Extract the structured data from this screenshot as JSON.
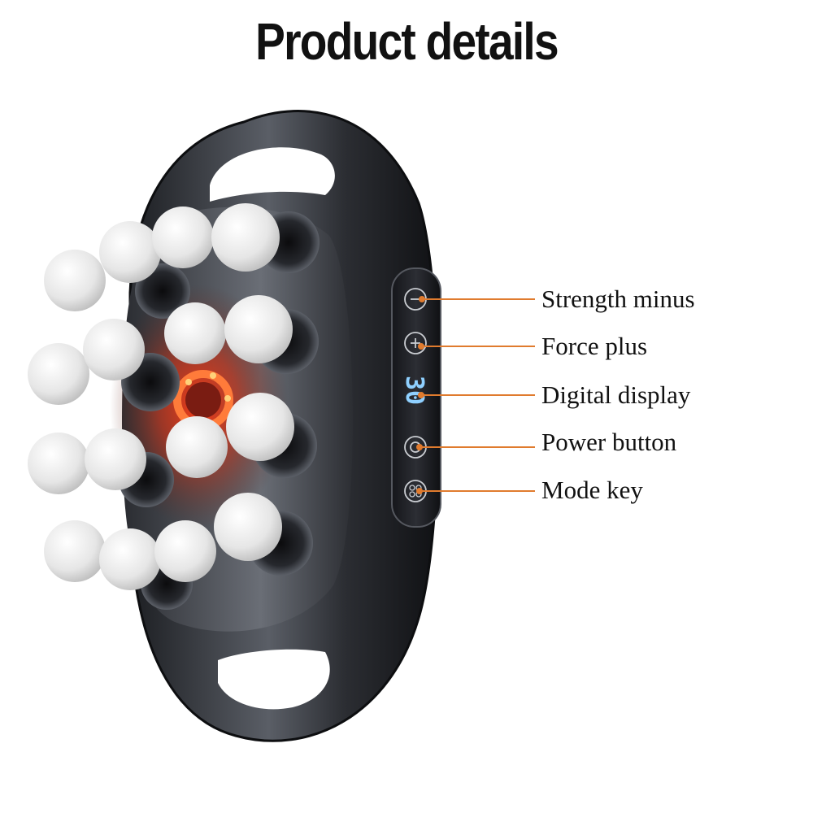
{
  "title": "Product details",
  "display_reading": "30",
  "callouts": {
    "minus": "Strength minus",
    "plus": "Force plus",
    "display": "Digital display",
    "power": "Power button",
    "mode": "Mode key"
  },
  "colors": {
    "leader_line": "#e07b2e",
    "device_body": "#3a3d44",
    "massage_ball": "#eeeeee",
    "heat_glow": "#ff5a1f",
    "display_digits": "#8fd0ff"
  }
}
